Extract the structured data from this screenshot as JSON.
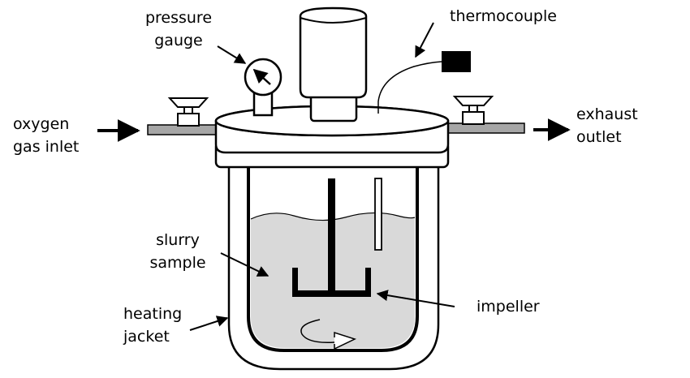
{
  "labels": {
    "pressure_gauge": [
      "pressure",
      "gauge"
    ],
    "thermocouple": "thermocouple",
    "oxygen_inlet": [
      "oxygen",
      "gas inlet"
    ],
    "exhaust_outlet": [
      "exhaust",
      "outlet"
    ],
    "slurry_sample": [
      "slurry",
      "sample"
    ],
    "heating_jacket": [
      "heating",
      "jacket"
    ],
    "impeller": "impeller"
  },
  "colors": {
    "stroke": "#000000",
    "slurry": "#d9d9d9",
    "flange": "#a6a6a6",
    "background": "#ffffff"
  }
}
